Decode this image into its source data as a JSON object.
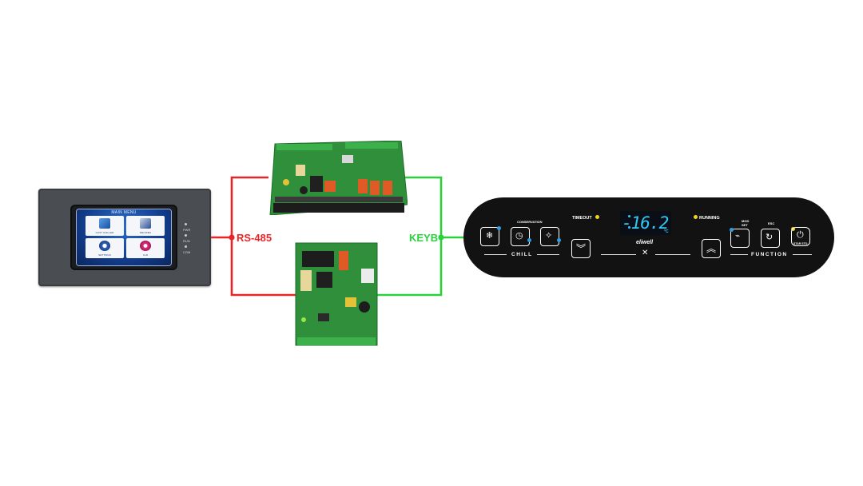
{
  "colors": {
    "rs485_line": "#e8262a",
    "keyb_line": "#2bd13a",
    "controller_body": "#121212",
    "display_digits": "#33c7f5",
    "indicator_yellow": "#f3d31a",
    "indicator_blue": "#2f9fe4"
  },
  "hmi": {
    "screen_title": "MAIN MENU",
    "tiles": [
      {
        "label": "CUST CHILLER",
        "icon": "chiller-icon"
      },
      {
        "label": "RECIPES",
        "icon": "recipe-book-icon"
      },
      {
        "label": "SETTINGS",
        "icon": "gear-icon"
      },
      {
        "label": "CLR",
        "icon": "power-icon"
      }
    ],
    "leds": [
      "PWR",
      "RUN",
      "COM"
    ]
  },
  "links": {
    "rs485": "RS-485",
    "keyb": "KEYB"
  },
  "controller": {
    "display_value": "-16.2",
    "display_unit": "°C",
    "brand": "eliwell",
    "chill_label": "CHILL",
    "conservation_label": "CONSERVATION",
    "function_label": "FUNCTION",
    "timeout_label": "TIMEOUT",
    "running_label": "RUNNING",
    "mod_set_label": "MOD SET",
    "esc_label": "ESC",
    "start_stop_label": "STAR STO"
  }
}
